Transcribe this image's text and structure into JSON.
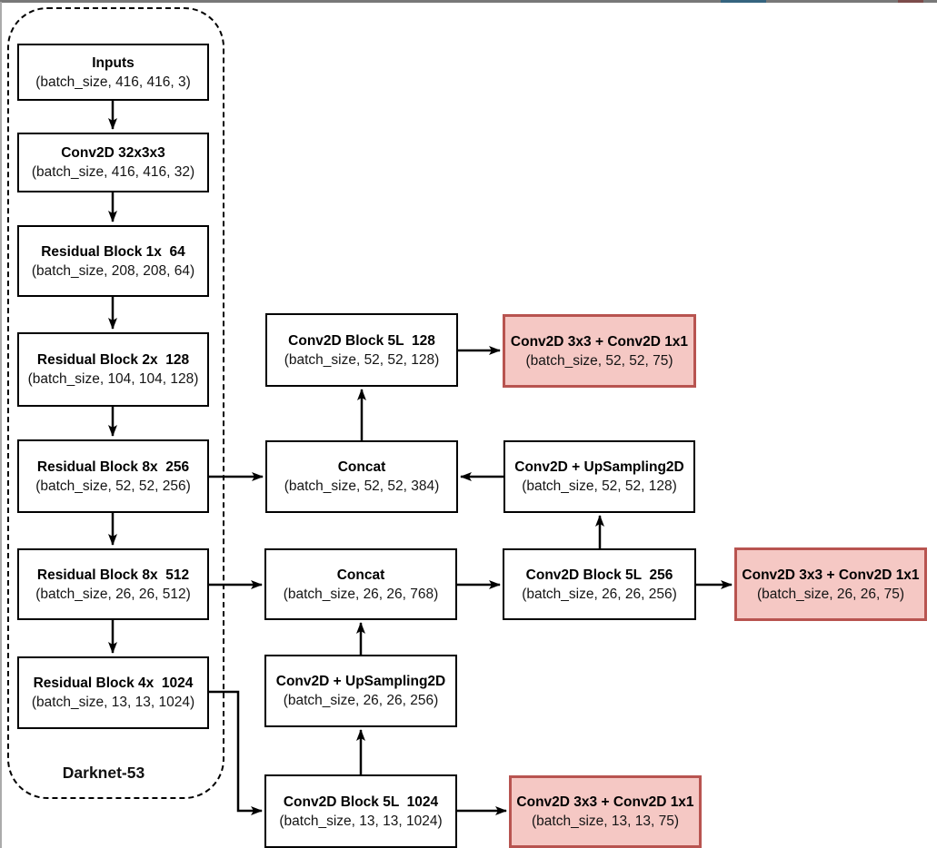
{
  "browser_strip": {
    "base_color": "#787878",
    "accent_color": "#35647f",
    "warm_color": "#7d4140"
  },
  "diagram": {
    "group_label": "Darknet-53",
    "colors": {
      "node_fill": "#ffffff",
      "node_stroke": "#000000",
      "detection_head_fill": "#f5c8c4",
      "detection_head_stroke": "#b85450"
    },
    "nodes": [
      {
        "id": "inputs",
        "title": "Inputs",
        "shape": "(batch_size, 416, 416, 3)"
      },
      {
        "id": "conv2d-32x3x3",
        "title": "Conv2D 32x3x3",
        "shape": "(batch_size, 416, 416, 32)"
      },
      {
        "id": "residual-1x-64",
        "title": "Residual Block 1x  64",
        "shape": "(batch_size, 208, 208, 64)"
      },
      {
        "id": "residual-2x-128",
        "title": "Residual Block 2x  128",
        "shape": "(batch_size, 104, 104, 128)"
      },
      {
        "id": "residual-8x-256",
        "title": "Residual Block 8x  256",
        "shape": "(batch_size, 52, 52, 256)"
      },
      {
        "id": "residual-8x-512",
        "title": "Residual Block 8x  512",
        "shape": "(batch_size, 26, 26, 512)"
      },
      {
        "id": "residual-4x-1024",
        "title": "Residual Block 4x  1024",
        "shape": "(batch_size, 13, 13, 1024)"
      },
      {
        "id": "conv-block-5l-128",
        "title": "Conv2D Block 5L  128",
        "shape": "(batch_size, 52, 52, 128)"
      },
      {
        "id": "concat-52",
        "title": "Concat",
        "shape": "(batch_size, 52, 52, 384)"
      },
      {
        "id": "head-52",
        "title": "Conv2D 3x3 + Conv2D 1x1",
        "shape": "(batch_size, 52, 52, 75)"
      },
      {
        "id": "upsampling-52",
        "title": "Conv2D + UpSampling2D",
        "shape": "(batch_size, 52, 52, 128)"
      },
      {
        "id": "concat-26",
        "title": "Concat",
        "shape": "(batch_size, 26, 26, 768)"
      },
      {
        "id": "conv-block-5l-256",
        "title": "Conv2D Block 5L  256",
        "shape": "(batch_size, 26, 26, 256)"
      },
      {
        "id": "head-26",
        "title": "Conv2D 3x3 + Conv2D 1x1",
        "shape": "(batch_size, 26, 26, 75)"
      },
      {
        "id": "upsampling-26",
        "title": "Conv2D + UpSampling2D",
        "shape": "(batch_size, 26, 26, 256)"
      },
      {
        "id": "conv-block-5l-1024",
        "title": "Conv2D Block 5L  1024",
        "shape": "(batch_size, 13, 13, 1024)"
      },
      {
        "id": "head-13",
        "title": "Conv2D 3x3 + Conv2D 1x1",
        "shape": "(batch_size, 13, 13, 75)"
      }
    ]
  }
}
